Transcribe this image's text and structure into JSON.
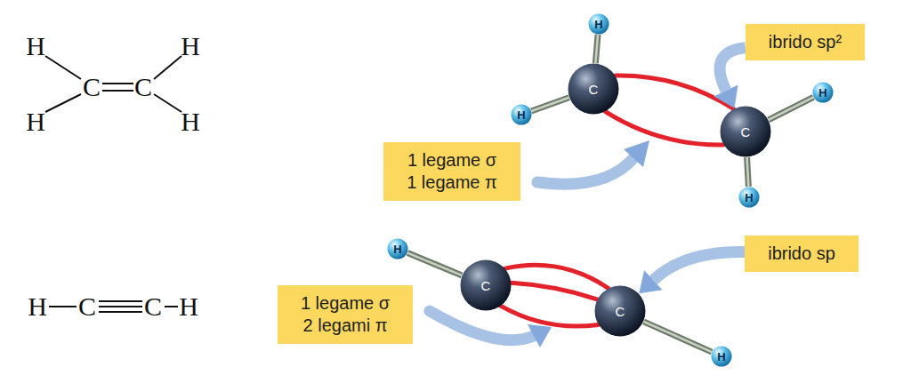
{
  "diagram": {
    "nodes": [
      {
        "text": [
          "ibrido sp²"
        ]
      },
      {
        "text": [
          "H"
        ]
      },
      {
        "text": [
          "C"
        ]
      },
      {
        "text": [
          "H"
        ]
      },
      {
        "text": [
          "C"
        ]
      },
      {
        "text": [
          "H"
        ]
      },
      {
        "text": [
          "H"
        ]
      },
      {
        "text": [
          "1 legame σ",
          "1 legame π"
        ]
      },
      {
        "text": [
          "H"
        ]
      },
      {
        "text": [
          "C"
        ]
      },
      {
        "text": [
          "ibrido sp"
        ]
      },
      {
        "text": [
          "1 legame σ",
          "2 legami π"
        ]
      },
      {
        "text": [
          "C"
        ]
      },
      {
        "text": [
          "H"
        ]
      }
    ],
    "edges": [
      {
        "from": 2,
        "to": 1,
        "arrow": "none"
      },
      {
        "from": 2,
        "to": 3,
        "arrow": "none"
      },
      {
        "from": 4,
        "to": 5,
        "arrow": "none"
      },
      {
        "from": 4,
        "to": 6,
        "arrow": "none"
      },
      {
        "from": 2,
        "to": 4,
        "arrow": "none"
      },
      {
        "from": 2,
        "to": 4,
        "arrow": "none"
      },
      {
        "from": 9,
        "to": 8,
        "arrow": "none"
      },
      {
        "from": 12,
        "to": 13,
        "arrow": "none"
      },
      {
        "from": 9,
        "to": 12,
        "arrow": "none"
      },
      {
        "from": 9,
        "to": 12,
        "arrow": "none"
      },
      {
        "from": 9,
        "to": 12,
        "arrow": "none"
      },
      {
        "from": 0,
        "to": 4,
        "arrow": "to"
      },
      {
        "from": 10,
        "to": 12,
        "arrow": "to"
      }
    ],
    "labels": [
      "H",
      "H",
      "C",
      "C",
      "H",
      "H",
      "H",
      "C",
      "C",
      "H"
    ]
  }
}
